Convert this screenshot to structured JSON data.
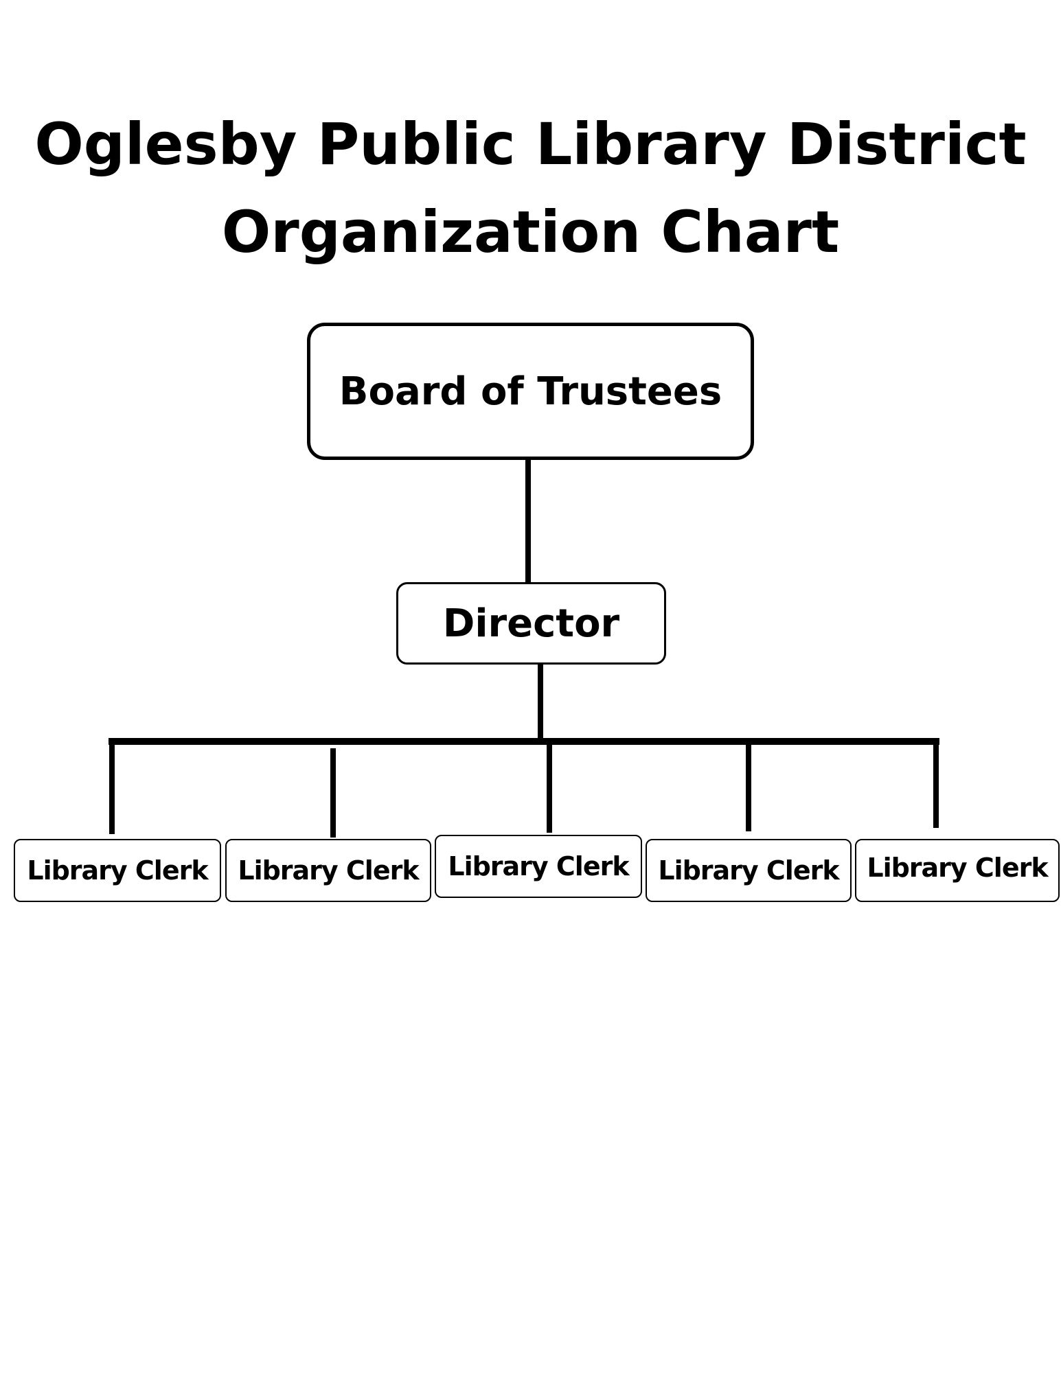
{
  "title": {
    "line1": "Oglesby Public Library District",
    "line2": "Organization Chart"
  },
  "nodes": {
    "board": "Board of Trustees",
    "director": "Director",
    "clerks": [
      "Library Clerk",
      "Library Clerk",
      "Library Clerk",
      "Library Clerk",
      "Library Clerk"
    ]
  }
}
